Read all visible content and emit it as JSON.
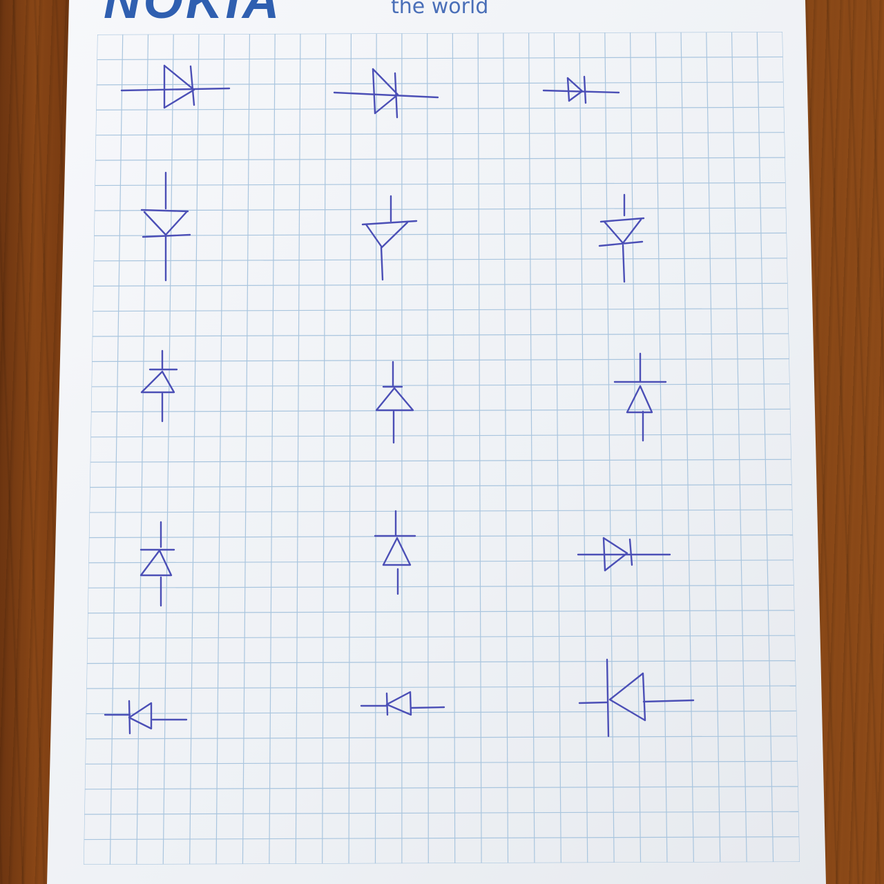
{
  "photo": {
    "subject": "graph-paper-sheet",
    "surface": "wooden-table"
  },
  "letterhead": {
    "logo_text": "NOKIA",
    "tagline": "the world"
  },
  "colors": {
    "ink": "#4b4fb6",
    "grid": "#a9c5de",
    "paper": "#f4f6f9",
    "brand": "#2f5fb0"
  },
  "drawings": {
    "symbol": "diode",
    "rows": 5,
    "columns": 3,
    "count": 15
  }
}
